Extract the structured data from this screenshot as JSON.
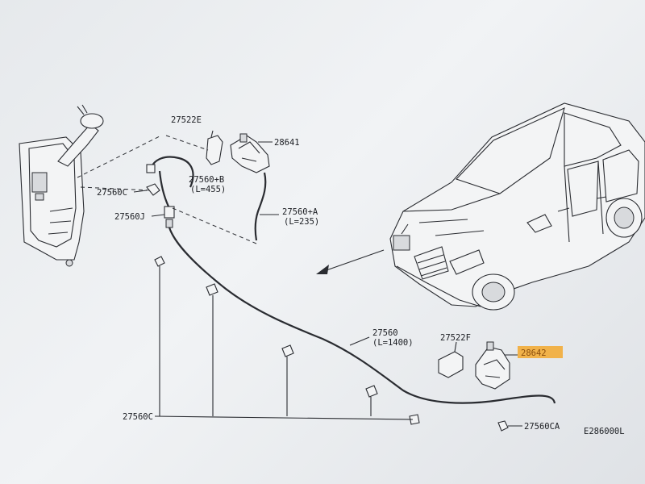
{
  "diagram": {
    "code": "E286000L",
    "labels": {
      "p27522E": "27522E",
      "p28641": "28641",
      "p27560B": "27560+B",
      "p27560B_len": "(L=455)",
      "p27560C_top": "27560C",
      "p27560J": "27560J",
      "p27560A": "27560+A",
      "p27560A_len": "(L=235)",
      "p27560": "27560",
      "p27560_len": "(L=1400)",
      "p27522F": "27522F",
      "p28642": "28642",
      "p27560C_bottom": "27560C",
      "p27560CA": "27560CA"
    },
    "highlight_color": "#f1b24a"
  }
}
